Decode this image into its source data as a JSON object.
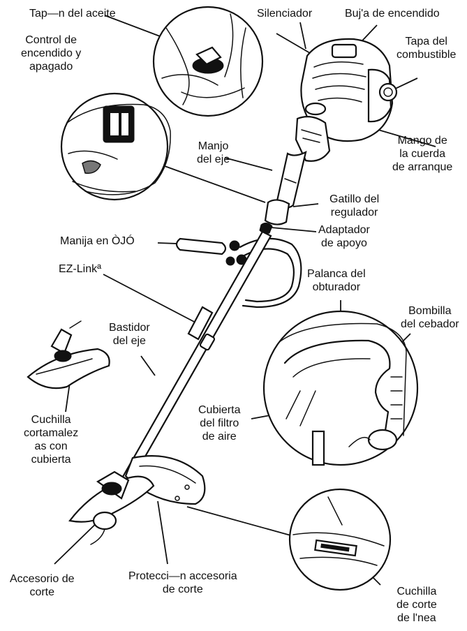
{
  "labels": {
    "oil_cap": "Tap—n del aceite",
    "muffler": "Silenciador",
    "spark_plug": "Buj'a de encendido",
    "fuel_cap": [
      "Tapa del",
      "combustible"
    ],
    "on_off_control": [
      "Control de",
      "encendido y",
      "apagado"
    ],
    "starter_handle": [
      "Mango de",
      "la cuerda",
      "de arranque"
    ],
    "shaft_handle": [
      "Manjo",
      "del eje"
    ],
    "throttle_trigger": [
      "Gatillo del",
      "regulador"
    ],
    "j_handle": "Manija en ÒJÓ",
    "support_adapter": [
      "Adaptador",
      "de apoyo"
    ],
    "ez_link": "EZ-Linkª",
    "choke_lever": [
      "Palanca del",
      "obturador"
    ],
    "primer_bulb": [
      "Bombilla",
      "del cebador"
    ],
    "shaft_housing": [
      "Bastidor",
      "del eje"
    ],
    "hedge_blade": [
      "Cuchilla",
      "cortamalez",
      "as con",
      "cubierta"
    ],
    "air_filter_cover": [
      "Cubierta",
      "del filtro",
      "de aire"
    ],
    "cutting_attachment": [
      "Accesorio de",
      "corte"
    ],
    "attachment_guard": [
      "Protecci—n accesoria",
      "de corte"
    ],
    "line_cutter_blade": [
      "Cuchilla",
      "de corte",
      "de l'nea"
    ]
  },
  "icons": {
    "engine": "engine-illustration",
    "oil_cap_inset": "oil-cap-detail-icon",
    "switch_inset": "on-off-switch-detail-icon",
    "choke_inset": "choke-primer-detail-icon",
    "blade_inset": "line-cutter-detail-icon",
    "hedge_attachment": "hedge-blade-attachment-icon",
    "trimmer_head": "trimmer-head-icon"
  }
}
